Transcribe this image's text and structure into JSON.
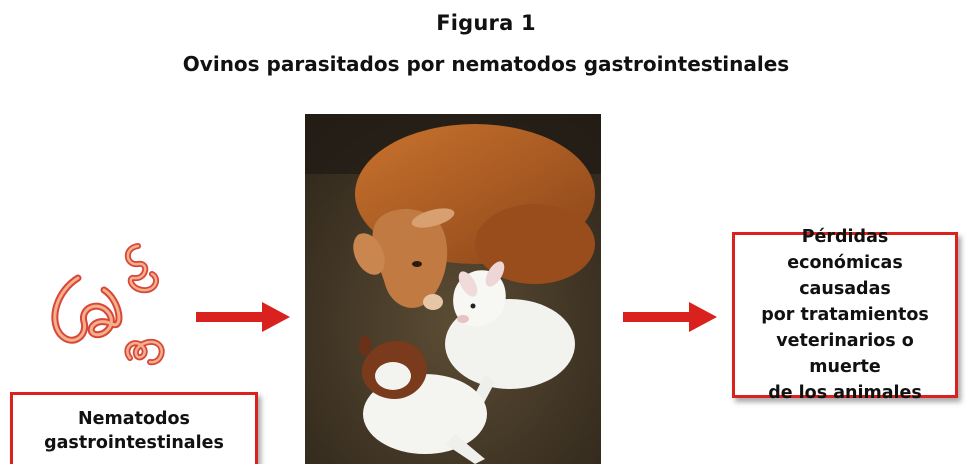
{
  "figure": {
    "title": "Figura 1",
    "subtitle": "Ovinos parasitados por nematodos gastrointestinales"
  },
  "cause_box": {
    "text": "Nematodos\ngastrointestinales"
  },
  "outcome_box": {
    "text": "Pérdidas económicas\ncausadas\npor tratamientos\nveterinarios o muerte\nde los animales"
  },
  "colors": {
    "accent_red": "#d9211e",
    "worm_red": "#d8463a",
    "worm_orange": "#f0a27a"
  },
  "icons": {
    "cause_illustration": "nematode-worms-illustration",
    "photo": "sheep-ewe-with-lambs-photo",
    "arrows": "right-arrow-icon"
  }
}
